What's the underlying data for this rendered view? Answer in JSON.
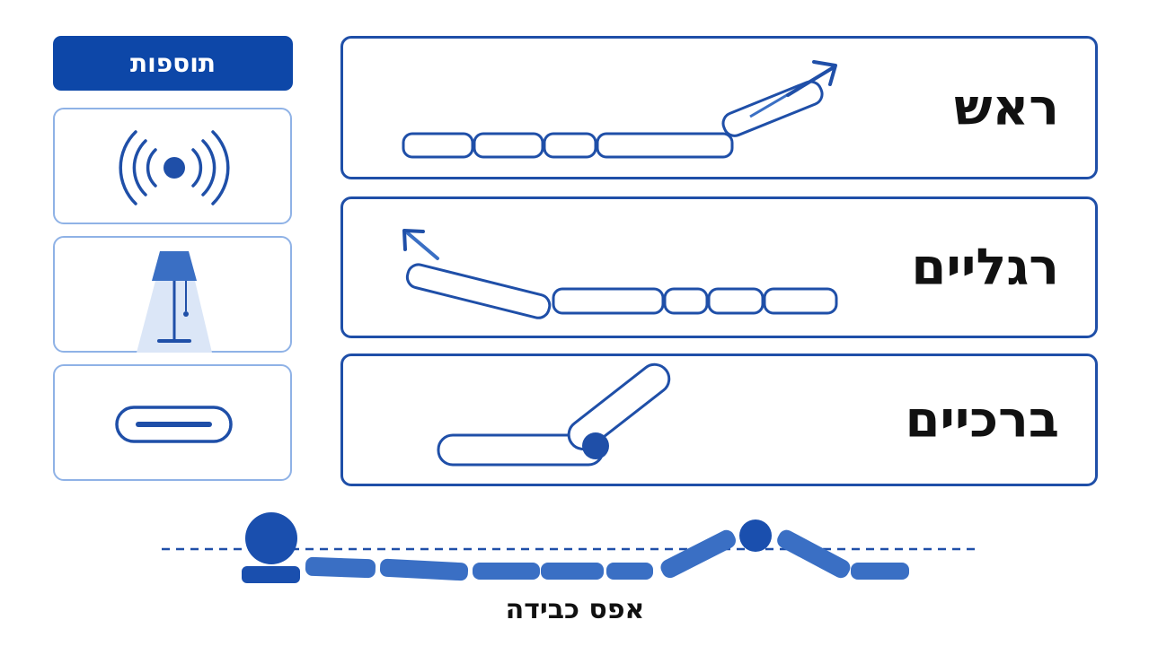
{
  "addons": {
    "header": "תוספות",
    "items": [
      {
        "icon": "massage-vibration-icon"
      },
      {
        "icon": "under-bed-lamp-icon"
      },
      {
        "icon": "usb-port-icon"
      }
    ]
  },
  "positions": {
    "head": {
      "label": "ראש",
      "icon": "head-raise-arrow-icon"
    },
    "legs": {
      "label": "רגליים",
      "icon": "legs-raise-arrow-icon"
    },
    "knees": {
      "label": "ברכיים",
      "icon": "knee-bend-icon"
    }
  },
  "zero_gravity": {
    "label": "אפס כבידה",
    "icon": "zero-gravity-figure-icon"
  },
  "colors": {
    "primary": "#0d47a8",
    "outline": "#1f4fa8",
    "light_outline": "#8fb2e6",
    "segment_fill": "#3a6fc4",
    "light_beam": "#dbe6f7"
  }
}
